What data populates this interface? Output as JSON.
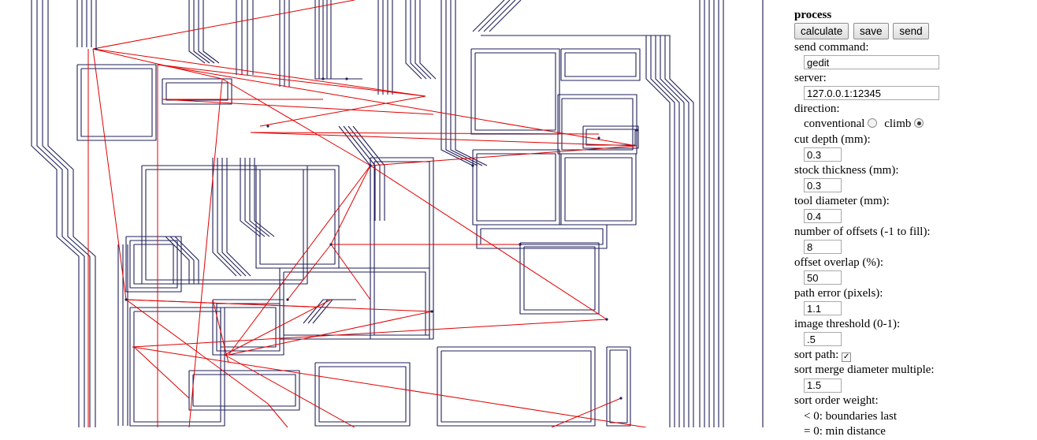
{
  "colors": {
    "trace": "#1f1f5a",
    "move": "#e00000",
    "border": "#2a2a5a"
  },
  "panel": {
    "title": "process",
    "buttons": {
      "calculate": "calculate",
      "save": "save",
      "send": "send"
    },
    "send_command": {
      "label": "send command:",
      "value": "gedit"
    },
    "server": {
      "label": "server:",
      "value": "127.0.0.1:12345"
    },
    "direction": {
      "label": "direction:",
      "conventional": "conventional",
      "climb": "climb",
      "selected": "climb"
    },
    "cut_depth": {
      "label": "cut depth (mm):",
      "value": "0.3"
    },
    "stock_thickness": {
      "label": "stock thickness (mm):",
      "value": "0.3"
    },
    "tool_diameter": {
      "label": "tool diameter (mm):",
      "value": "0.4"
    },
    "number_of_offsets": {
      "label": "number of offsets (-1 to fill):",
      "value": "8"
    },
    "offset_overlap": {
      "label": "offset overlap (%):",
      "value": "50"
    },
    "path_error": {
      "label": "path error (pixels):",
      "value": "1.1"
    },
    "image_threshold": {
      "label": "image threshold (0-1):",
      "value": ".5"
    },
    "sort_path": {
      "label": "sort path:",
      "checked": true
    },
    "sort_merge": {
      "label": "sort merge diameter multiple:",
      "value": "1.5"
    },
    "sort_order": {
      "label": "sort order weight:",
      "options": [
        "< 0: boundaries last",
        "= 0: min distance"
      ]
    }
  }
}
